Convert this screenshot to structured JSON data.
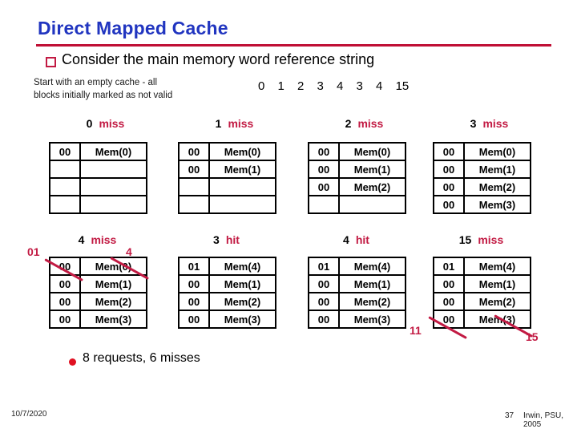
{
  "slide_title": "Direct Mapped Cache",
  "bullet_text": "Consider the main memory word reference string",
  "note_text": "Start with an empty cache - all\nblocks initially marked as not valid",
  "reference_string": "0 1 2 3 4 3 4 15",
  "summary_text": "8 requests, 6 misses",
  "footer": {
    "date": "10/7/2020",
    "page_number": "37",
    "credit": "Irwin, PSU, 2005"
  },
  "colors": {
    "title_blue": "#2135c0",
    "crimson": "#c21a43",
    "rule_red": "#c00f35",
    "bullet_red": "#e01122"
  },
  "states": [
    {
      "ref": "0",
      "result": "miss",
      "rows": [
        [
          "00",
          "Mem(0)"
        ],
        [
          "",
          ""
        ],
        [
          "",
          ""
        ],
        [
          "",
          ""
        ]
      ]
    },
    {
      "ref": "1",
      "result": "miss",
      "rows": [
        [
          "00",
          "Mem(0)"
        ],
        [
          "00",
          "Mem(1)"
        ],
        [
          "",
          ""
        ],
        [
          "",
          ""
        ]
      ]
    },
    {
      "ref": "2",
      "result": "miss",
      "rows": [
        [
          "00",
          "Mem(0)"
        ],
        [
          "00",
          "Mem(1)"
        ],
        [
          "00",
          "Mem(2)"
        ],
        [
          "",
          ""
        ]
      ]
    },
    {
      "ref": "3",
      "result": "miss",
      "rows": [
        [
          "00",
          "Mem(0)"
        ],
        [
          "00",
          "Mem(1)"
        ],
        [
          "00",
          "Mem(2)"
        ],
        [
          "00",
          "Mem(3)"
        ]
      ]
    },
    {
      "ref": "4",
      "result": "miss",
      "rows": [
        [
          "00",
          "Mem(0)"
        ],
        [
          "00",
          "Mem(1)"
        ],
        [
          "00",
          "Mem(2)"
        ],
        [
          "00",
          "Mem(3)"
        ]
      ],
      "strike": {
        "row": 0,
        "left_label": "01",
        "right_label": "4"
      }
    },
    {
      "ref": "3",
      "result": "hit",
      "rows": [
        [
          "01",
          "Mem(4)"
        ],
        [
          "00",
          "Mem(1)"
        ],
        [
          "00",
          "Mem(2)"
        ],
        [
          "00",
          "Mem(3)"
        ]
      ]
    },
    {
      "ref": "4",
      "result": "hit",
      "rows": [
        [
          "01",
          "Mem(4)"
        ],
        [
          "00",
          "Mem(1)"
        ],
        [
          "00",
          "Mem(2)"
        ],
        [
          "00",
          "Mem(3)"
        ]
      ]
    },
    {
      "ref": "15",
      "result": "miss",
      "rows": [
        [
          "01",
          "Mem(4)"
        ],
        [
          "00",
          "Mem(1)"
        ],
        [
          "00",
          "Mem(2)"
        ],
        [
          "00",
          "Mem(3)"
        ]
      ],
      "strike": {
        "row": 3,
        "left_label": "11",
        "right_label": "15"
      }
    }
  ]
}
